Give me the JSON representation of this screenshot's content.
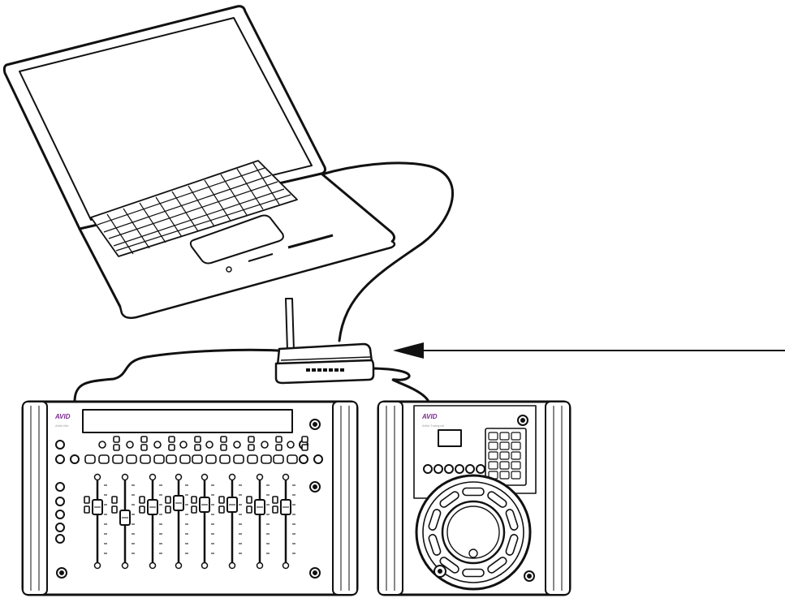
{
  "colors": {
    "line": "#111111",
    "background": "#ffffff",
    "brand": "#7a2b8f",
    "panel_side": "#e6e6e6"
  },
  "devices": {
    "laptop": {
      "icon": "laptop-icon"
    },
    "router": {
      "icon": "router-icon"
    },
    "control_surface": {
      "icon": "control-surface-icon",
      "brand": "AVID",
      "model": "Artist Mix"
    },
    "transport_controller": {
      "icon": "transport-controller-icon",
      "brand": "AVID",
      "model": "Artist Transport"
    }
  },
  "connections": [
    {
      "from": "laptop",
      "to": "router"
    },
    {
      "from": "router",
      "to": "control_surface"
    },
    {
      "from": "router",
      "to": "transport_controller"
    }
  ],
  "callout": {
    "icon": "arrow-left-icon",
    "target": "router"
  }
}
